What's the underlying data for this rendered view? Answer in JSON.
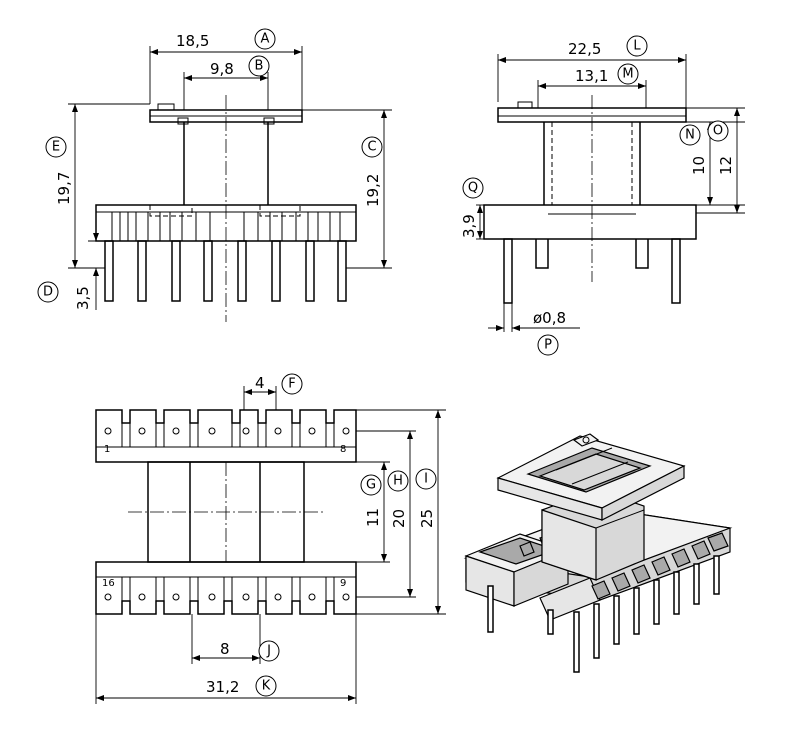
{
  "front_view": {
    "dims": {
      "A": {
        "letter": "A",
        "value": "18,5"
      },
      "B": {
        "letter": "B",
        "value": "9,8"
      },
      "C": {
        "letter": "C",
        "value": "19,2"
      },
      "D": {
        "letter": "D",
        "value": "3,5"
      },
      "E": {
        "letter": "E",
        "value": "19,7"
      }
    }
  },
  "side_view": {
    "dims": {
      "L": {
        "letter": "L",
        "value": "22,5"
      },
      "M": {
        "letter": "M",
        "value": "13,1"
      },
      "N": {
        "letter": "N",
        "value": "10"
      },
      "O": {
        "letter": "O",
        "value": "12"
      },
      "P": {
        "letter": "P",
        "value": "ø0,8"
      },
      "Q": {
        "letter": "Q",
        "value": "3,9"
      }
    }
  },
  "top_view": {
    "dims": {
      "F": {
        "letter": "F",
        "value": "4"
      },
      "G": {
        "letter": "G",
        "value": "11"
      },
      "H": {
        "letter": "H",
        "value": "20"
      },
      "I": {
        "letter": "I",
        "value": "25"
      },
      "J": {
        "letter": "J",
        "value": "8"
      },
      "K": {
        "letter": "K",
        "value": "31,2"
      }
    },
    "pin_labels": {
      "p1": "1",
      "p8": "8",
      "p16": "16",
      "p9": "9"
    }
  }
}
